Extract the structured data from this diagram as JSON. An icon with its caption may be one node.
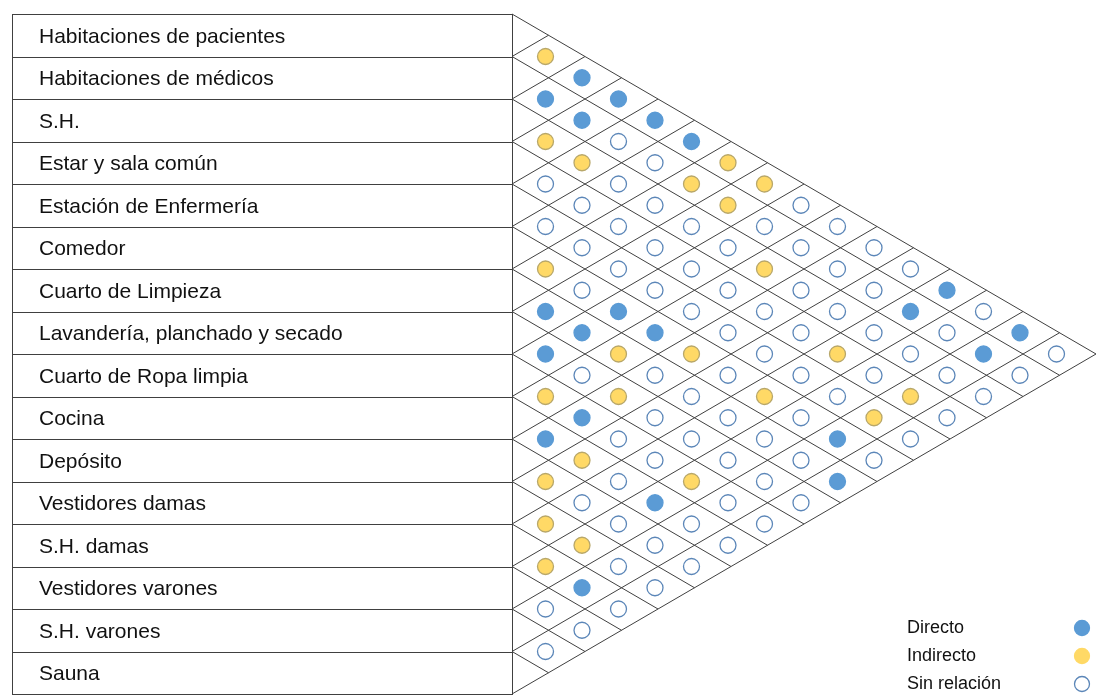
{
  "diagram": {
    "nodes": [
      {
        "text": [
          "Habitaciones de pacientes"
        ]
      },
      {
        "text": [
          "Habitaciones de médicos"
        ]
      },
      {
        "text": [
          "S.H."
        ]
      },
      {
        "text": [
          "Estar y sala común"
        ]
      },
      {
        "text": [
          "Estación de Enfermería"
        ]
      },
      {
        "text": [
          "Comedor"
        ]
      },
      {
        "text": [
          "Cuarto de Limpieza"
        ]
      },
      {
        "text": [
          "Lavandería, planchado y secado"
        ]
      },
      {
        "text": [
          "Cuarto de Ropa limpia"
        ]
      },
      {
        "text": [
          "Cocina"
        ]
      },
      {
        "text": [
          "Depósito"
        ]
      },
      {
        "text": [
          "Vestidores damas"
        ]
      },
      {
        "text": [
          "S.H. damas"
        ]
      },
      {
        "text": [
          "Vestidores varones"
        ]
      },
      {
        "text": [
          "S.H. varones"
        ]
      },
      {
        "text": [
          "Sauna"
        ]
      },
      {
        "text": [],
        "shape": "circle"
      },
      {
        "text": [],
        "shape": "circle"
      },
      {
        "text": [],
        "shape": "circle"
      },
      {
        "text": [],
        "shape": "circle"
      },
      {
        "text": [],
        "shape": "circle"
      },
      {
        "text": [],
        "shape": "circle"
      },
      {
        "text": [],
        "shape": "circle"
      },
      {
        "text": [],
        "shape": "circle"
      },
      {
        "text": [],
        "shape": "circle"
      },
      {
        "text": [],
        "shape": "circle"
      },
      {
        "text": [],
        "shape": "circle"
      },
      {
        "text": [],
        "shape": "circle"
      },
      {
        "text": [],
        "shape": "circle"
      },
      {
        "text": [],
        "shape": "circle"
      },
      {
        "text": [],
        "shape": "circle"
      },
      {
        "text": [],
        "shape": "circle"
      },
      {
        "text": [],
        "shape": "circle"
      },
      {
        "text": [],
        "shape": "circle"
      },
      {
        "text": [],
        "shape": "circle"
      },
      {
        "text": [],
        "shape": "circle"
      },
      {
        "text": [],
        "shape": "circle"
      },
      {
        "text": [],
        "shape": "circle"
      },
      {
        "text": [],
        "shape": "circle"
      },
      {
        "text": [],
        "shape": "circle"
      },
      {
        "text": [],
        "shape": "circle"
      },
      {
        "text": [],
        "shape": "circle"
      },
      {
        "text": [],
        "shape": "circle"
      },
      {
        "text": [],
        "shape": "circle"
      },
      {
        "text": [],
        "shape": "circle"
      },
      {
        "text": [],
        "shape": "circle"
      },
      {
        "text": [],
        "shape": "circle"
      },
      {
        "text": [],
        "shape": "circle"
      },
      {
        "text": [],
        "shape": "circle"
      },
      {
        "text": [],
        "shape": "circle"
      },
      {
        "text": [],
        "shape": "circle"
      },
      {
        "text": [],
        "shape": "circle"
      },
      {
        "text": [],
        "shape": "circle"
      },
      {
        "text": [],
        "shape": "circle"
      },
      {
        "text": [],
        "shape": "circle"
      },
      {
        "text": [],
        "shape": "circle"
      },
      {
        "text": [],
        "shape": "circle"
      },
      {
        "text": [],
        "shape": "circle"
      },
      {
        "text": [],
        "shape": "circle"
      },
      {
        "text": [],
        "shape": "circle"
      },
      {
        "text": [],
        "shape": "circle"
      },
      {
        "text": [],
        "shape": "circle"
      },
      {
        "text": [],
        "shape": "circle"
      },
      {
        "text": [],
        "shape": "circle"
      },
      {
        "text": [],
        "shape": "circle"
      },
      {
        "text": [],
        "shape": "circle"
      },
      {
        "text": [],
        "shape": "circle"
      },
      {
        "text": [],
        "shape": "circle"
      },
      {
        "text": [],
        "shape": "circle"
      },
      {
        "text": [],
        "shape": "circle"
      },
      {
        "text": [],
        "shape": "circle"
      },
      {
        "text": [],
        "shape": "circle"
      },
      {
        "text": [],
        "shape": "circle"
      },
      {
        "text": [],
        "shape": "circle"
      },
      {
        "text": [],
        "shape": "circle"
      },
      {
        "text": [],
        "shape": "circle"
      },
      {
        "text": [],
        "shape": "circle"
      },
      {
        "text": [],
        "shape": "circle"
      },
      {
        "text": [],
        "shape": "circle"
      },
      {
        "text": [],
        "shape": "circle"
      },
      {
        "text": [],
        "shape": "circle"
      },
      {
        "text": [],
        "shape": "circle"
      },
      {
        "text": [],
        "shape": "circle"
      },
      {
        "text": [],
        "shape": "circle"
      },
      {
        "text": [],
        "shape": "circle"
      },
      {
        "text": [],
        "shape": "circle"
      },
      {
        "text": [],
        "shape": "circle"
      },
      {
        "text": [],
        "shape": "circle"
      },
      {
        "text": [],
        "shape": "circle"
      },
      {
        "text": [],
        "shape": "circle"
      },
      {
        "text": [],
        "shape": "circle"
      },
      {
        "text": [],
        "shape": "circle"
      },
      {
        "text": [],
        "shape": "circle"
      },
      {
        "text": [],
        "shape": "circle"
      },
      {
        "text": [],
        "shape": "circle"
      },
      {
        "text": [],
        "shape": "circle"
      },
      {
        "text": [],
        "shape": "circle"
      },
      {
        "text": [],
        "shape": "circle"
      },
      {
        "text": [],
        "shape": "circle"
      },
      {
        "text": [],
        "shape": "circle"
      },
      {
        "text": [],
        "shape": "circle"
      },
      {
        "text": [],
        "shape": "circle"
      },
      {
        "text": [],
        "shape": "circle"
      },
      {
        "text": [],
        "shape": "circle"
      },
      {
        "text": [],
        "shape": "circle"
      },
      {
        "text": [],
        "shape": "circle"
      },
      {
        "text": [],
        "shape": "circle"
      },
      {
        "text": [],
        "shape": "circle"
      },
      {
        "text": [],
        "shape": "circle"
      },
      {
        "text": [],
        "shape": "circle"
      },
      {
        "text": [],
        "shape": "circle"
      },
      {
        "text": [],
        "shape": "circle"
      },
      {
        "text": [],
        "shape": "circle"
      },
      {
        "text": [],
        "shape": "circle"
      },
      {
        "text": [],
        "shape": "circle"
      },
      {
        "text": [],
        "shape": "circle"
      },
      {
        "text": [],
        "shape": "circle"
      },
      {
        "text": [],
        "shape": "circle"
      },
      {
        "text": [],
        "shape": "circle"
      },
      {
        "text": [],
        "shape": "circle"
      },
      {
        "text": [],
        "shape": "circle"
      },
      {
        "text": [],
        "shape": "circle"
      },
      {
        "text": [],
        "shape": "circle"
      },
      {
        "text": [],
        "shape": "circle"
      },
      {
        "text": [],
        "shape": "circle"
      },
      {
        "text": [],
        "shape": "circle"
      },
      {
        "text": [],
        "shape": "circle"
      },
      {
        "text": [],
        "shape": "circle"
      },
      {
        "text": [],
        "shape": "circle"
      },
      {
        "text": [],
        "shape": "circle"
      },
      {
        "text": [],
        "shape": "circle"
      },
      {
        "text": [],
        "shape": "circle"
      },
      {
        "text": [],
        "shape": "circle"
      },
      {
        "text": [],
        "shape": "circle"
      },
      {
        "text": [],
        "shape": "circle"
      },
      {
        "text": [],
        "shape": "circle"
      }
    ],
    "legend": [
      {
        "text": "Directo",
        "color": "#5b9bd5"
      },
      {
        "text": "Indirecto",
        "color": "#ffd966"
      },
      {
        "text": "Sin relación"
      }
    ]
  }
}
